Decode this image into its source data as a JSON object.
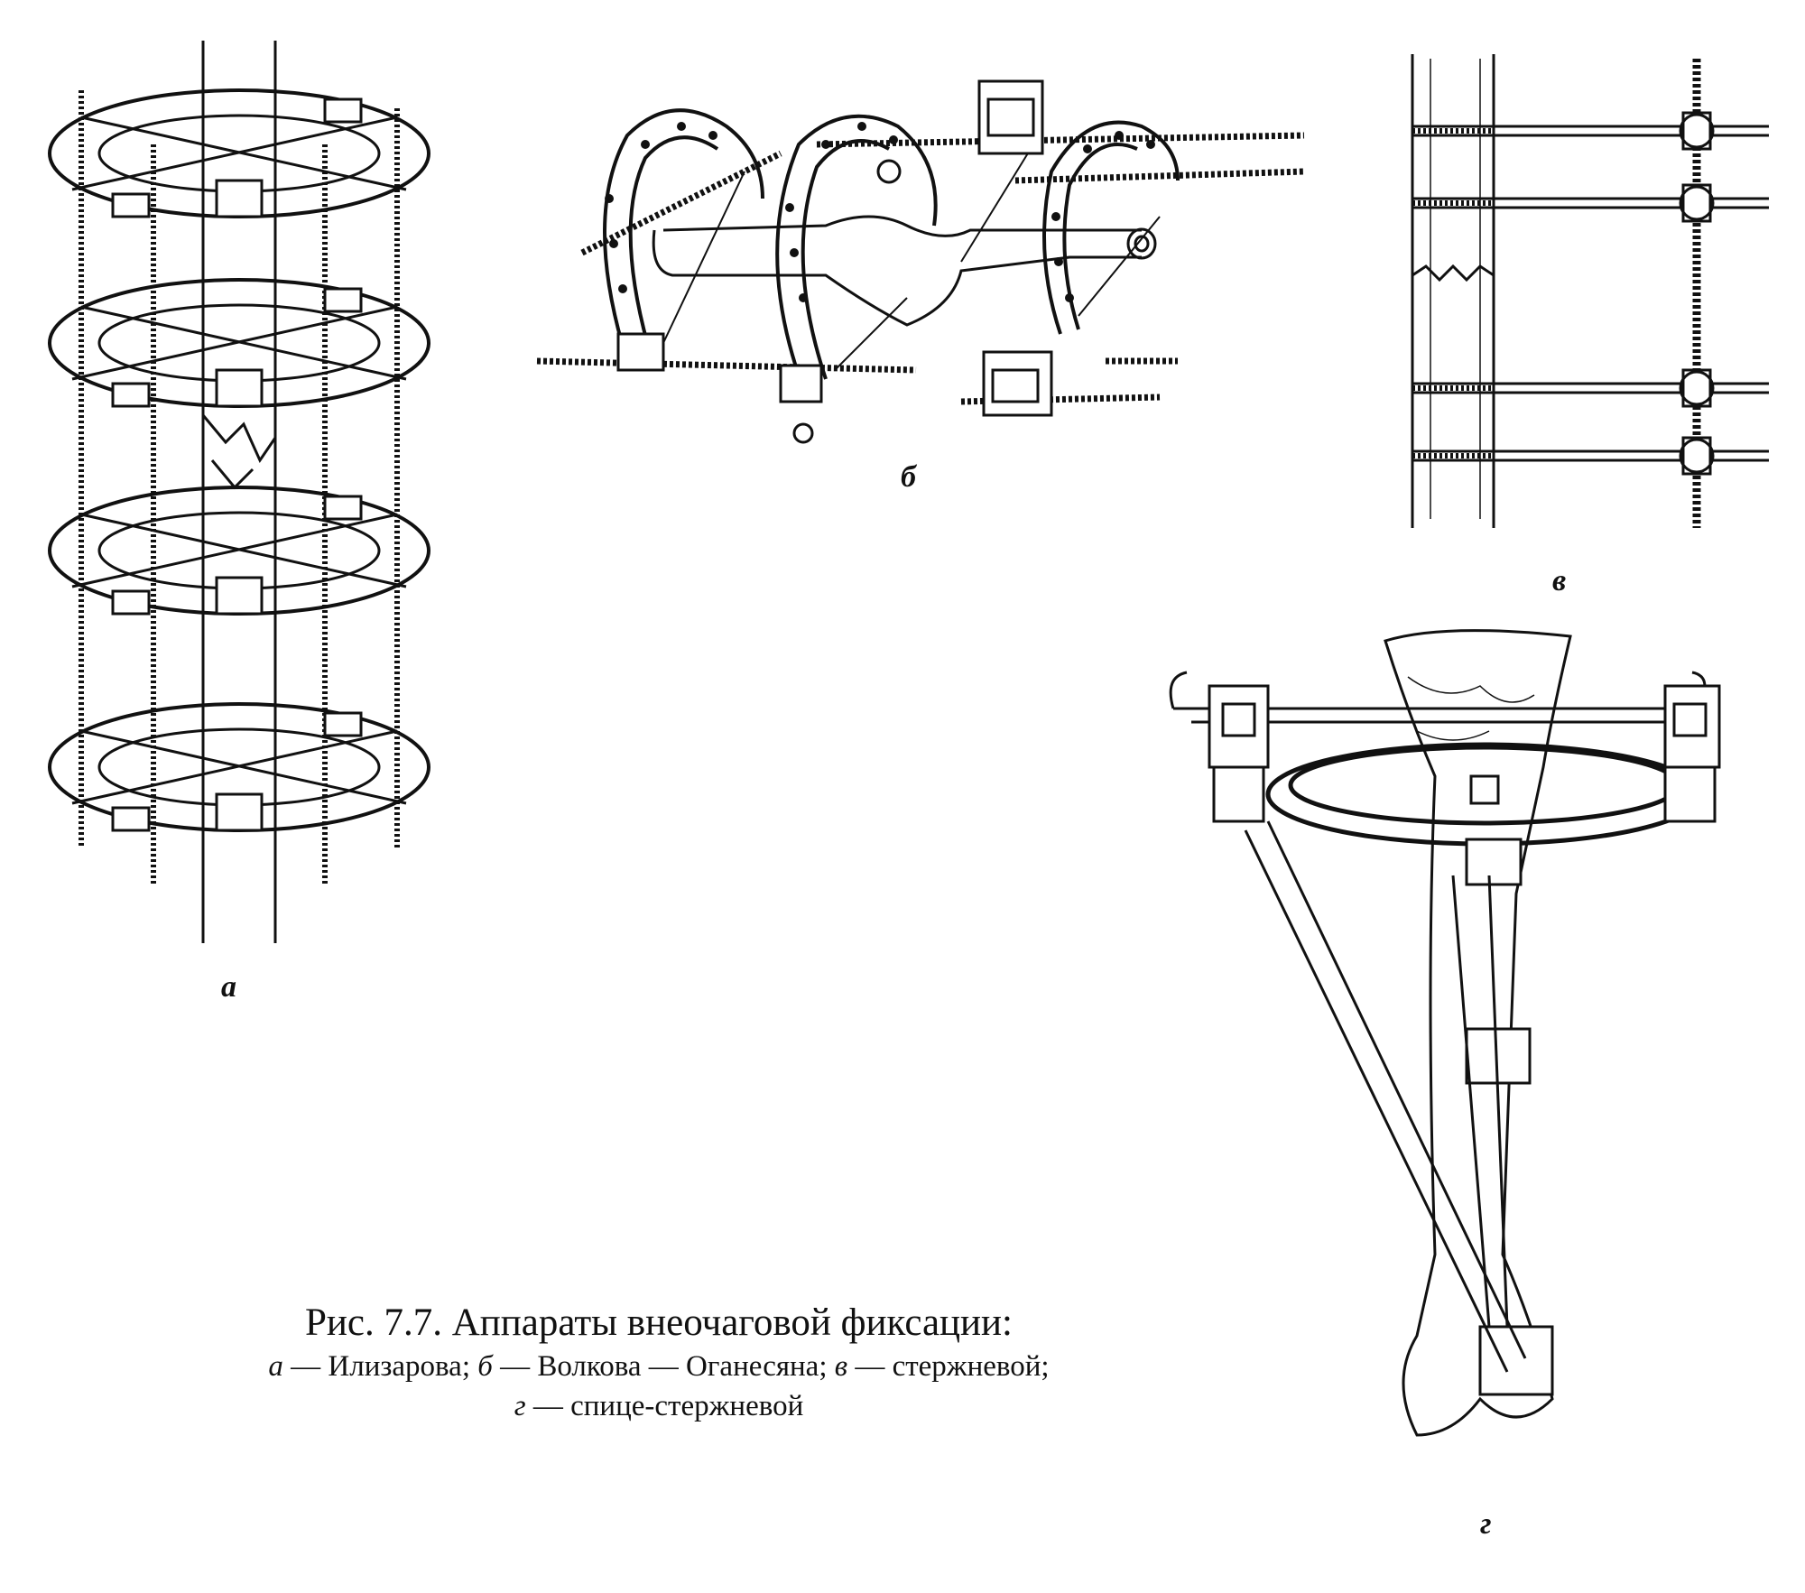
{
  "figure": {
    "panels": [
      {
        "letter": "а"
      },
      {
        "letter": "б"
      },
      {
        "letter": "в"
      },
      {
        "letter": "г"
      }
    ]
  },
  "caption": {
    "title": "Рис. 7.7. Аппараты внеочаговой фиксации:",
    "line1": [
      {
        "letter": "а",
        "text": " — Илизарова; "
      },
      {
        "letter": "б",
        "text": " — Волкова — Оганесяна; "
      },
      {
        "letter": "в",
        "text": " — стержневой;"
      }
    ],
    "line2": [
      {
        "letter": "г",
        "text": " — спице-стержневой"
      }
    ]
  }
}
